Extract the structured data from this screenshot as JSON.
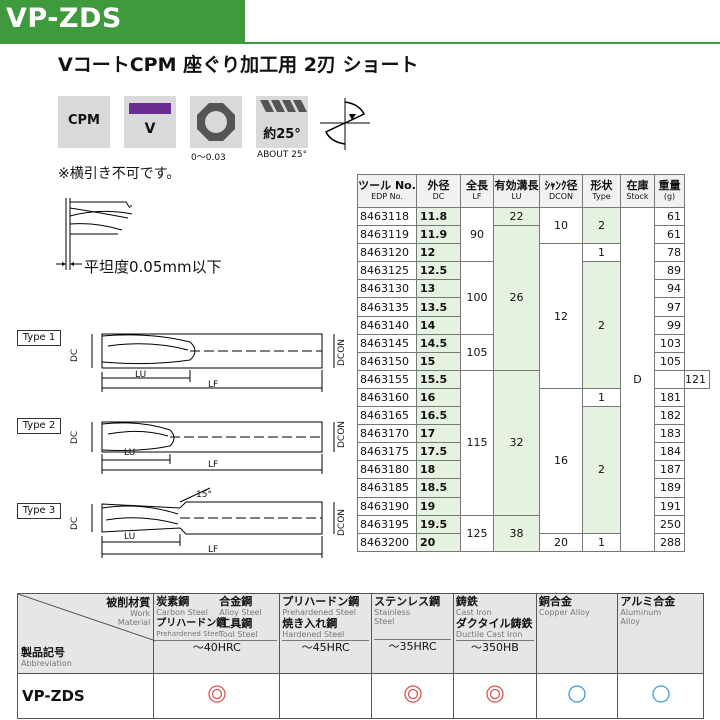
{
  "header": {
    "code": "VP-ZDS",
    "subtitle": "VコートCPM 座ぐり加工用 2刃 ショート"
  },
  "icons": {
    "cpm": "CPM",
    "v": "V",
    "corner_caption": "0～0.03",
    "angle_value": "約25°",
    "angle_caption": "ABOUT 25°",
    "purple": "#6b2c91",
    "green": "#3e9a3c"
  },
  "note": "※横引き不可です。",
  "flatness": "平坦度0.05mm以下",
  "drawings": {
    "type_labels": [
      "Type 1",
      "Type 2",
      "Type 3"
    ],
    "dc": "DC",
    "dcon": "DCON",
    "lu": "LU",
    "lf": "LF",
    "angle": "15°"
  },
  "spec_table": {
    "headers": [
      {
        "jp": "ツール No.",
        "en": "EDP No."
      },
      {
        "jp": "外径",
        "en": "DC"
      },
      {
        "jp": "全長",
        "en": "LF"
      },
      {
        "jp": "有効溝長",
        "en": "LU"
      },
      {
        "jp": "ｼｬﾝｸ径",
        "en": "DCON"
      },
      {
        "jp": "形状",
        "en": "Type"
      },
      {
        "jp": "在庫",
        "en": "Stock"
      },
      {
        "jp": "重量",
        "en": "(g)"
      }
    ],
    "rows": [
      {
        "edp": "8463118",
        "dc": "11.8",
        "g": "61"
      },
      {
        "edp": "8463119",
        "dc": "11.9",
        "g": "61"
      },
      {
        "edp": "8463120",
        "dc": "12",
        "g": "78"
      },
      {
        "edp": "8463125",
        "dc": "12.5",
        "g": "89"
      },
      {
        "edp": "8463130",
        "dc": "13",
        "g": "94"
      },
      {
        "edp": "8463135",
        "dc": "13.5",
        "g": "97"
      },
      {
        "edp": "8463140",
        "dc": "14",
        "g": "99"
      },
      {
        "edp": "8463145",
        "dc": "14.5",
        "g": "103"
      },
      {
        "edp": "8463150",
        "dc": "15",
        "g": "105"
      },
      {
        "edp": "8463155",
        "dc": "15.5",
        "g": "121"
      },
      {
        "edp": "8463160",
        "dc": "16",
        "g": "181"
      },
      {
        "edp": "8463165",
        "dc": "16.5",
        "g": "182"
      },
      {
        "edp": "8463170",
        "dc": "17",
        "g": "183"
      },
      {
        "edp": "8463175",
        "dc": "17.5",
        "g": "184"
      },
      {
        "edp": "8463180",
        "dc": "18",
        "g": "187"
      },
      {
        "edp": "8463185",
        "dc": "18.5",
        "g": "189"
      },
      {
        "edp": "8463190",
        "dc": "19",
        "g": "191"
      },
      {
        "edp": "8463195",
        "dc": "19.5",
        "g": "250"
      },
      {
        "edp": "8463200",
        "dc": "20",
        "g": "288"
      }
    ],
    "lf": [
      "90",
      "100",
      "105",
      "115",
      "125"
    ],
    "lu": [
      "22",
      "26",
      "32",
      "38"
    ],
    "dcon": [
      "10",
      "12",
      "16",
      "20"
    ],
    "type": [
      "2",
      "1",
      "2",
      "1",
      "2",
      "1"
    ],
    "stock": "D"
  },
  "material_table": {
    "corner": {
      "work_jp": "被削材質",
      "work_en1": "Work",
      "work_en2": "Material",
      "code_jp": "製品記号",
      "code_en": "Abbreviation"
    },
    "materials": [
      {
        "l1": "炭素鋼",
        "e1": "Carbon Steel",
        "l2": "プリハードン鋼",
        "e2": "Prehardened Steel",
        "hard": "～40HRC"
      },
      {
        "l1": "合金鋼",
        "e1": "Alloy Steel",
        "l2": "工具鋼",
        "e2": "Tool Steel",
        "hard": ""
      },
      {
        "l1": "プリハードン鋼",
        "e1": "Prehardened Steel",
        "l2": "焼き入れ鋼",
        "e2": "Hardened Steel",
        "hard": "～45HRC"
      },
      {
        "l1": "ステンレス鋼",
        "e1": "Stainless",
        "l2": "",
        "e2": "Steel",
        "hard": "～35HRC"
      },
      {
        "l1": "鋳鉄",
        "e1": "Cast Iron",
        "l2": "ダクタイル鋳鉄",
        "e2": "Ductile Cast Iron",
        "hard": "～350HB"
      },
      {
        "l1": "銅合金",
        "e1": "Copper Alloy",
        "l2": "",
        "e2": "",
        "hard": ""
      },
      {
        "l1": "アルミ合金",
        "e1": "Aluminum",
        "l2": "",
        "e2": "Alloy",
        "hard": ""
      }
    ],
    "product_code": "VP-ZDS",
    "ratings": [
      "◎",
      "",
      "",
      "◎",
      "◎",
      "○",
      "○"
    ],
    "colors": {
      "double": "#d9534f",
      "single": "#3b9bd6"
    }
  }
}
